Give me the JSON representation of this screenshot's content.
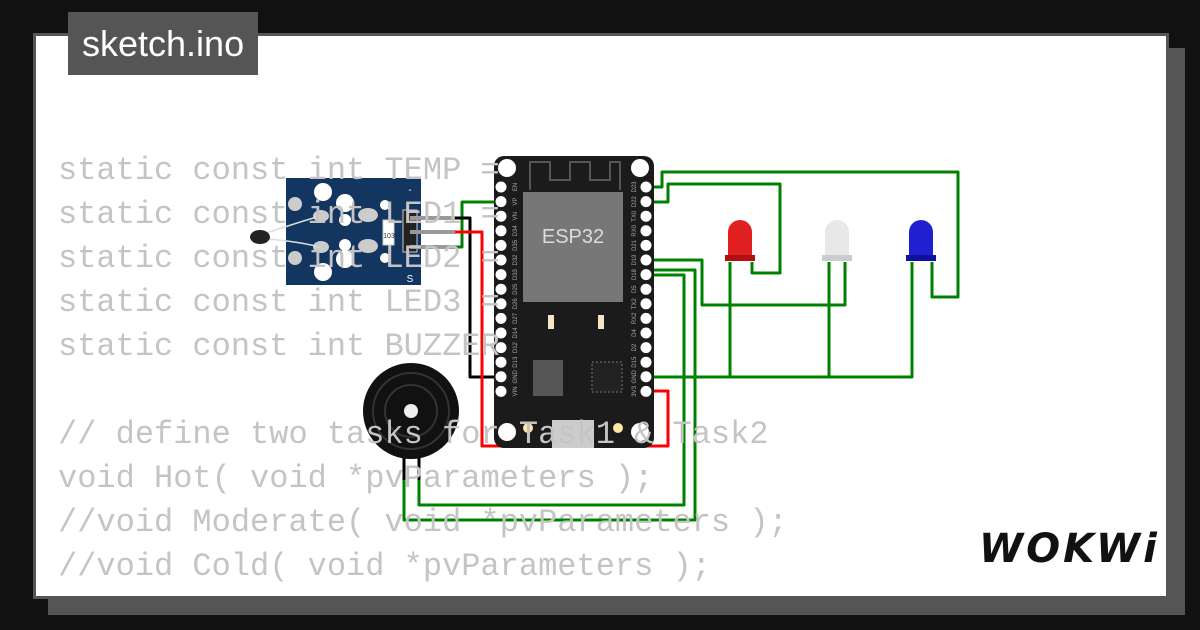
{
  "title": "sketch.ino",
  "code_lines": [
    "static const int TEMP =",
    "static const int LED1 =",
    "static const int LED2 =",
    "static const int LED3 =",
    "static const int BUZZER",
    "",
    "// define two tasks for Task1 & Task2",
    "void Hot( void *pvParameters );",
    "//void Moderate( void *pvParameters );",
    "//void Cold( void *pvParameters );"
  ],
  "board": {
    "label": "ESP32",
    "left_pins": [
      "EN",
      "VP",
      "VN",
      "D34",
      "D35",
      "D32",
      "D33",
      "D25",
      "D26",
      "D27",
      "D14",
      "D12",
      "D13",
      "GND",
      "VIN"
    ],
    "right_pins": [
      "D23",
      "D22",
      "TX0",
      "RX0",
      "D21",
      "D19",
      "D18",
      "D5",
      "TX2",
      "RX2",
      "D4",
      "D2",
      "D15",
      "GND",
      "3V3"
    ]
  },
  "sensor": {
    "pin_minus": "-",
    "pin_signal": "S",
    "resistor": "103"
  },
  "leds": [
    {
      "color": "#e02020"
    },
    {
      "color": "#e8e8e8"
    },
    {
      "color": "#2020d0"
    }
  ],
  "colors": {
    "wire_green": "#008000",
    "wire_red": "#ff0000",
    "wire_black": "#000000",
    "sensor_board": "#12365f"
  },
  "logo": "WOKWi"
}
